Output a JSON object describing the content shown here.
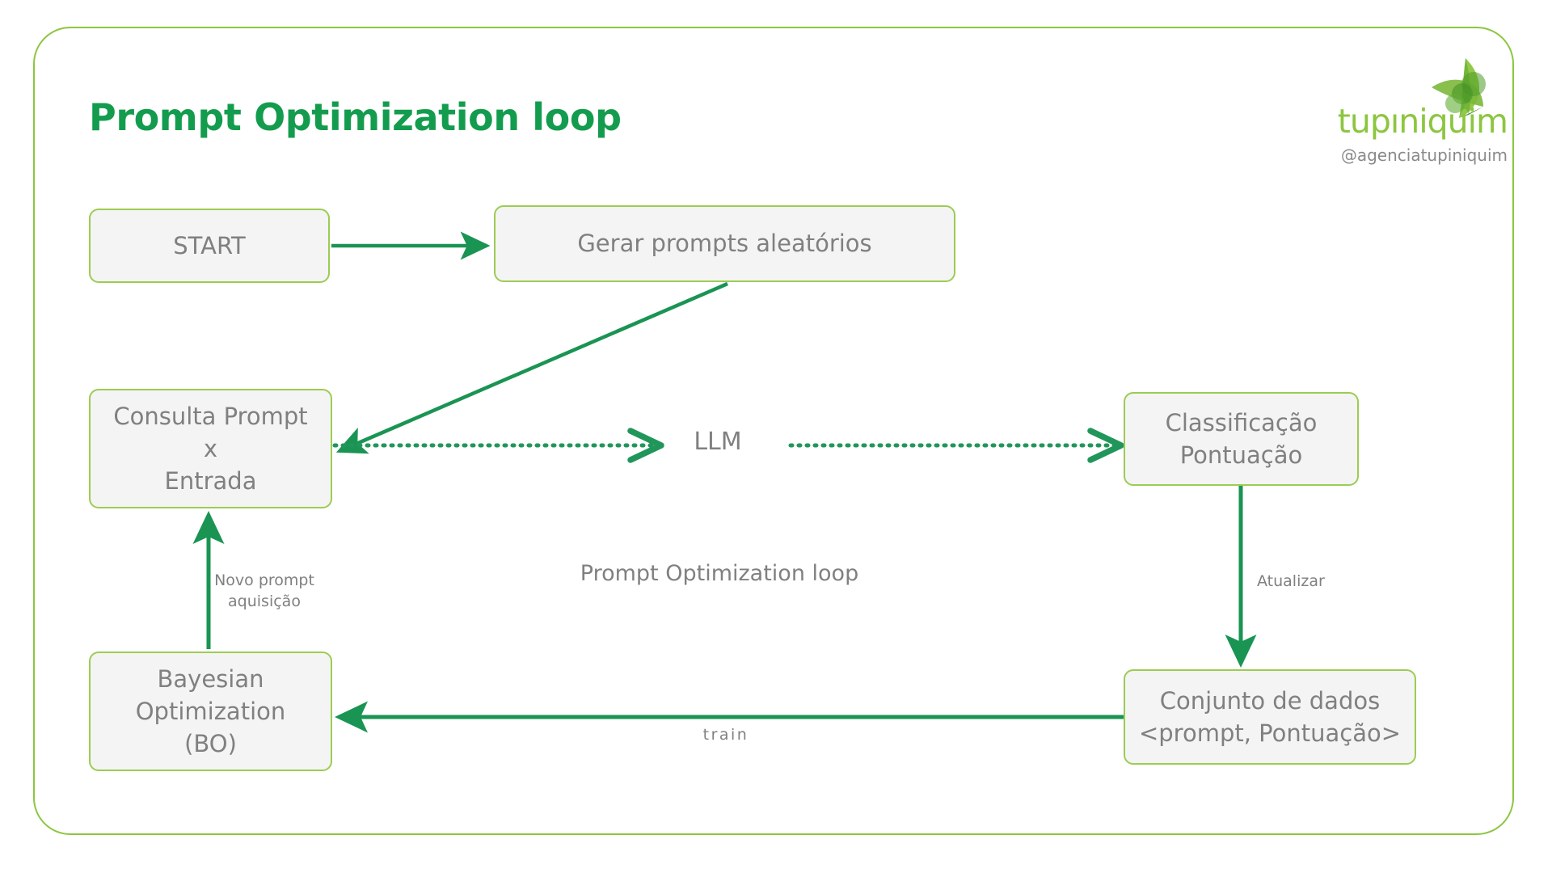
{
  "page": {
    "title": "Prompt Optimization loop",
    "title_color": "#139c4e",
    "frame_border_color": "#8cc63f",
    "background": "#ffffff"
  },
  "logo": {
    "wordmark": "tupıniquim",
    "handle": "@agenciatupiniquim",
    "wordmark_color": "#8cc63f",
    "handle_color": "#8a8a8a",
    "leaf_icon": "leaf-icon"
  },
  "diagram": {
    "type": "flowchart",
    "node_fill": "#f4f4f4",
    "node_border": "#9ccc52",
    "node_text_color": "#808080",
    "arrow_color": "#1a9453",
    "nodes": [
      {
        "id": "start",
        "label": "START"
      },
      {
        "id": "generate",
        "label": "Gerar prompts aleatórios"
      },
      {
        "id": "query",
        "label": "Consulta Prompt\nx\nEntrada"
      },
      {
        "id": "classify",
        "label": "Classificação\nPontuação"
      },
      {
        "id": "bayes",
        "label": "Bayesian\nOptimization\n(BO)"
      },
      {
        "id": "dataset",
        "label": "Conjunto de dados\n<prompt, Pontuação>"
      }
    ],
    "labels": [
      {
        "id": "llm",
        "text": "LLM"
      },
      {
        "id": "center",
        "text": "Prompt Optimization loop"
      },
      {
        "id": "newprompt",
        "text": "Novo prompt\naquisição"
      },
      {
        "id": "atualizar",
        "text": "Atualizar"
      },
      {
        "id": "train",
        "text": "train"
      }
    ],
    "edges": [
      {
        "id": "start-to-generate",
        "from": "start",
        "to": "generate",
        "style": "solid",
        "label": ""
      },
      {
        "id": "generate-to-query",
        "from": "generate",
        "to": "query",
        "style": "solid",
        "label": ""
      },
      {
        "id": "query-to-llm",
        "from": "query",
        "to": "llm",
        "style": "dotted",
        "label": ""
      },
      {
        "id": "llm-to-classify",
        "from": "llm",
        "to": "classify",
        "style": "dotted",
        "label": ""
      },
      {
        "id": "classify-to-dataset",
        "from": "classify",
        "to": "dataset",
        "style": "solid",
        "label": "Atualizar"
      },
      {
        "id": "dataset-to-bayes",
        "from": "dataset",
        "to": "bayes",
        "style": "solid",
        "label": "train"
      },
      {
        "id": "bayes-to-query",
        "from": "bayes",
        "to": "query",
        "style": "solid",
        "label": "Novo prompt aquisição"
      }
    ]
  }
}
